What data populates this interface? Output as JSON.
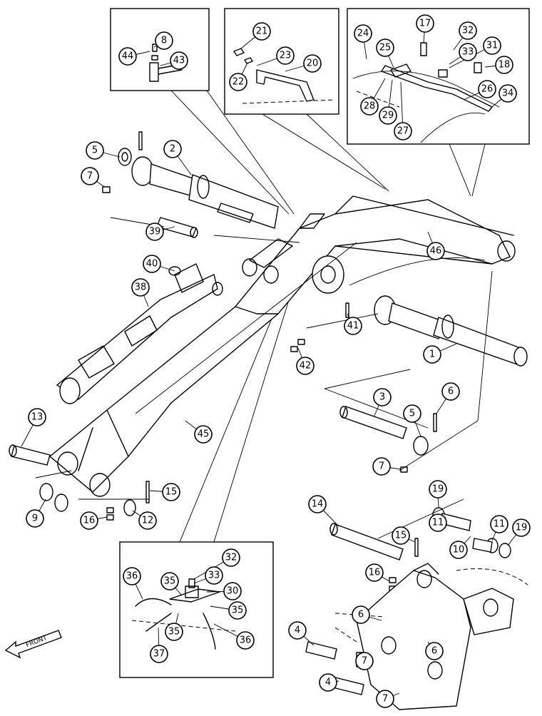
{
  "front_label": "FRONT",
  "callouts": [
    {
      "n": "1"
    },
    {
      "n": "2"
    },
    {
      "n": "3"
    },
    {
      "n": "4"
    },
    {
      "n": "5"
    },
    {
      "n": "6"
    },
    {
      "n": "7"
    },
    {
      "n": "8"
    },
    {
      "n": "9"
    },
    {
      "n": "10"
    },
    {
      "n": "11"
    },
    {
      "n": "12"
    },
    {
      "n": "13"
    },
    {
      "n": "14"
    },
    {
      "n": "15"
    },
    {
      "n": "16"
    },
    {
      "n": "17"
    },
    {
      "n": "18"
    },
    {
      "n": "19"
    },
    {
      "n": "20"
    },
    {
      "n": "21"
    },
    {
      "n": "22"
    },
    {
      "n": "23"
    },
    {
      "n": "24"
    },
    {
      "n": "25"
    },
    {
      "n": "26"
    },
    {
      "n": "27"
    },
    {
      "n": "28"
    },
    {
      "n": "29"
    },
    {
      "n": "30"
    },
    {
      "n": "31"
    },
    {
      "n": "32"
    },
    {
      "n": "33"
    },
    {
      "n": "34"
    },
    {
      "n": "35"
    },
    {
      "n": "36"
    },
    {
      "n": "37"
    },
    {
      "n": "38"
    },
    {
      "n": "39"
    },
    {
      "n": "40"
    },
    {
      "n": "41"
    },
    {
      "n": "42"
    },
    {
      "n": "43"
    },
    {
      "n": "44"
    },
    {
      "n": "45"
    },
    {
      "n": "46"
    }
  ]
}
